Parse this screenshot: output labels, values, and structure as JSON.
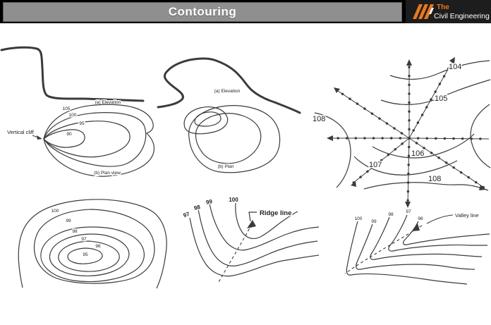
{
  "header": {
    "title": "Contouring",
    "logo": {
      "the": "The",
      "name": "Civil Engineering",
      "accent_color": "#e8781e",
      "bg_color": "#1d1d1d"
    },
    "bar_color": "#8f8f8f"
  },
  "diagrams": {
    "vertical_cliff": {
      "elevation_caption": "(a) Elevation",
      "plan_caption": "(b) Plan view",
      "feature_label": "Vertical cliff",
      "contour_labels": [
        "105",
        "100",
        "95",
        "90"
      ]
    },
    "overhanging_cliff": {
      "elevation_caption": "(a) Elevation",
      "plan_caption": "(b) Plan"
    },
    "radial_survey": {
      "contour_labels": [
        "104",
        "105",
        "108",
        "106",
        "107",
        "108"
      ]
    },
    "hill": {
      "contour_labels": [
        "100",
        "99",
        "98",
        "97",
        "96",
        "95"
      ]
    },
    "ridge": {
      "feature_label": "Ridge line",
      "contour_labels": [
        "97",
        "98",
        "99",
        "100"
      ]
    },
    "valley": {
      "feature_label": "Valley line",
      "contour_labels": [
        "100",
        "99",
        "98",
        "97",
        "96"
      ]
    }
  },
  "ink_color": "#3b3b3b"
}
